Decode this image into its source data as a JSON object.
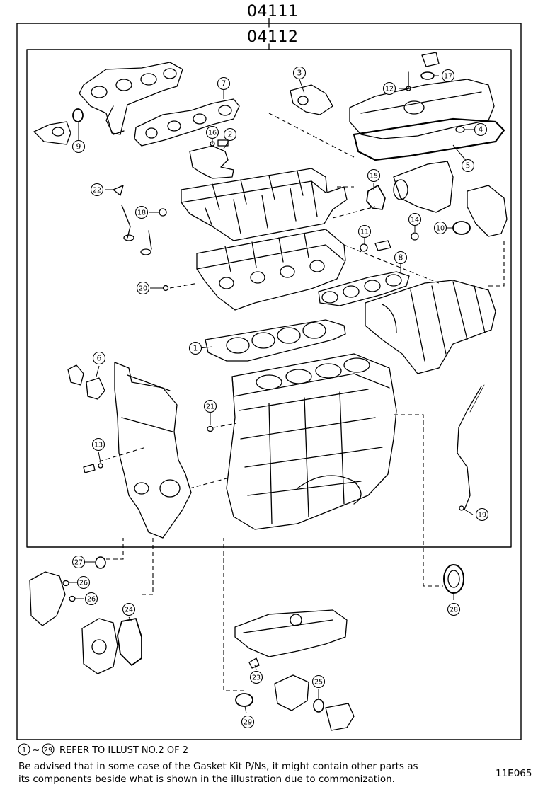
{
  "header": {
    "kit_code": "04111",
    "sub_code": "04112"
  },
  "callouts": [
    "1",
    "2",
    "3",
    "4",
    "5",
    "6",
    "7",
    "8",
    "9",
    "10",
    "11",
    "12",
    "13",
    "14",
    "15",
    "16",
    "17",
    "18",
    "19",
    "20",
    "21",
    "22",
    "23",
    "24",
    "25",
    "26",
    "26",
    "27",
    "28",
    "29"
  ],
  "footer": {
    "range_start": "1",
    "range_sep": "~",
    "range_end": "29",
    "refer_text": "REFER TO ILLUST NO.2 OF 2",
    "advice_line1": "Be advised that in some case of the Gasket Kit P/Ns,  it might contain other parts as",
    "advice_line2": "its components beside what is shown in the illustration due to commonization.",
    "illustration_id": "11E065"
  }
}
